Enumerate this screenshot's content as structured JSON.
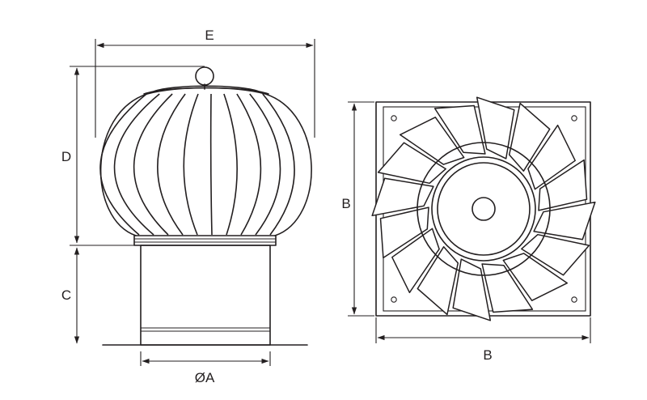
{
  "labels": {
    "e": "E",
    "d": "D",
    "c": "C",
    "diameter_a": "ØA",
    "b_vertical": "B",
    "b_horizontal": "B"
  },
  "colors": {
    "line": "#231f20",
    "background": "#ffffff"
  },
  "blade_count_side": 10,
  "blade_count_top": 16
}
